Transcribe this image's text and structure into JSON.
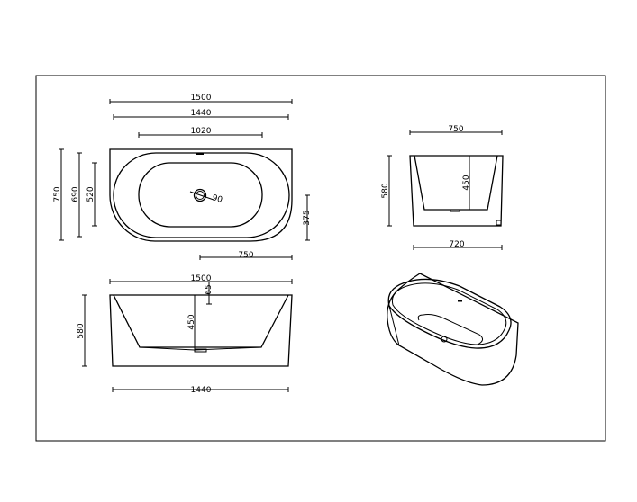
{
  "drawing": {
    "top_view": {
      "overall_length": "1500",
      "inner_rim_length": "1440",
      "basin_length": "1020",
      "overall_width": "750",
      "inner_rim_width": "690",
      "basin_width": "520",
      "drain_diameter": "90",
      "drain_offset_y": "375",
      "drain_offset_x": "750"
    },
    "front_view": {
      "top_length": "1500",
      "bottom_length": "1440",
      "overall_height": "580",
      "basin_depth": "450",
      "overflow_drop": "65"
    },
    "side_view": {
      "top_width": "750",
      "bottom_width": "720",
      "overall_height": "580",
      "basin_depth": "450"
    }
  }
}
